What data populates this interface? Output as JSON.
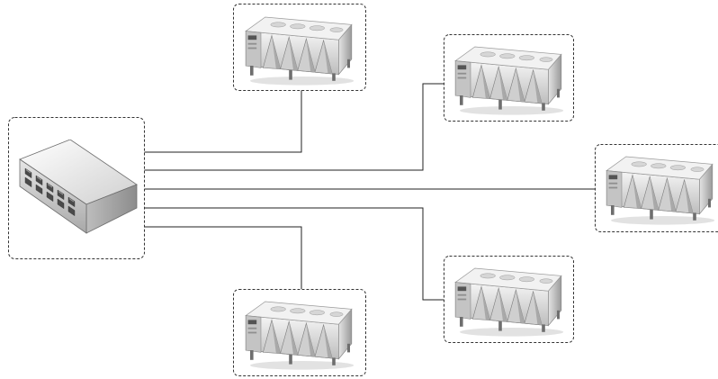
{
  "diagram": {
    "hub": {
      "icon": "network-switch-icon",
      "port_count": 10
    },
    "units": [
      {
        "id": "chiller-top",
        "icon": "air-cooled-chiller-icon"
      },
      {
        "id": "chiller-upper-right",
        "icon": "air-cooled-chiller-icon"
      },
      {
        "id": "chiller-far-right",
        "icon": "air-cooled-chiller-icon"
      },
      {
        "id": "chiller-lower-right",
        "icon": "air-cooled-chiller-icon"
      },
      {
        "id": "chiller-bottom",
        "icon": "air-cooled-chiller-icon"
      }
    ],
    "connections": [
      {
        "from": "hub",
        "to": "chiller-top"
      },
      {
        "from": "hub",
        "to": "chiller-upper-right"
      },
      {
        "from": "hub",
        "to": "chiller-far-right"
      },
      {
        "from": "hub",
        "to": "chiller-lower-right"
      },
      {
        "from": "hub",
        "to": "chiller-bottom"
      }
    ],
    "colors": {
      "line": "#222222",
      "box_border": "#333333",
      "chiller_body": "#d9d9d9",
      "switch_body": "#cfcfcf"
    }
  }
}
